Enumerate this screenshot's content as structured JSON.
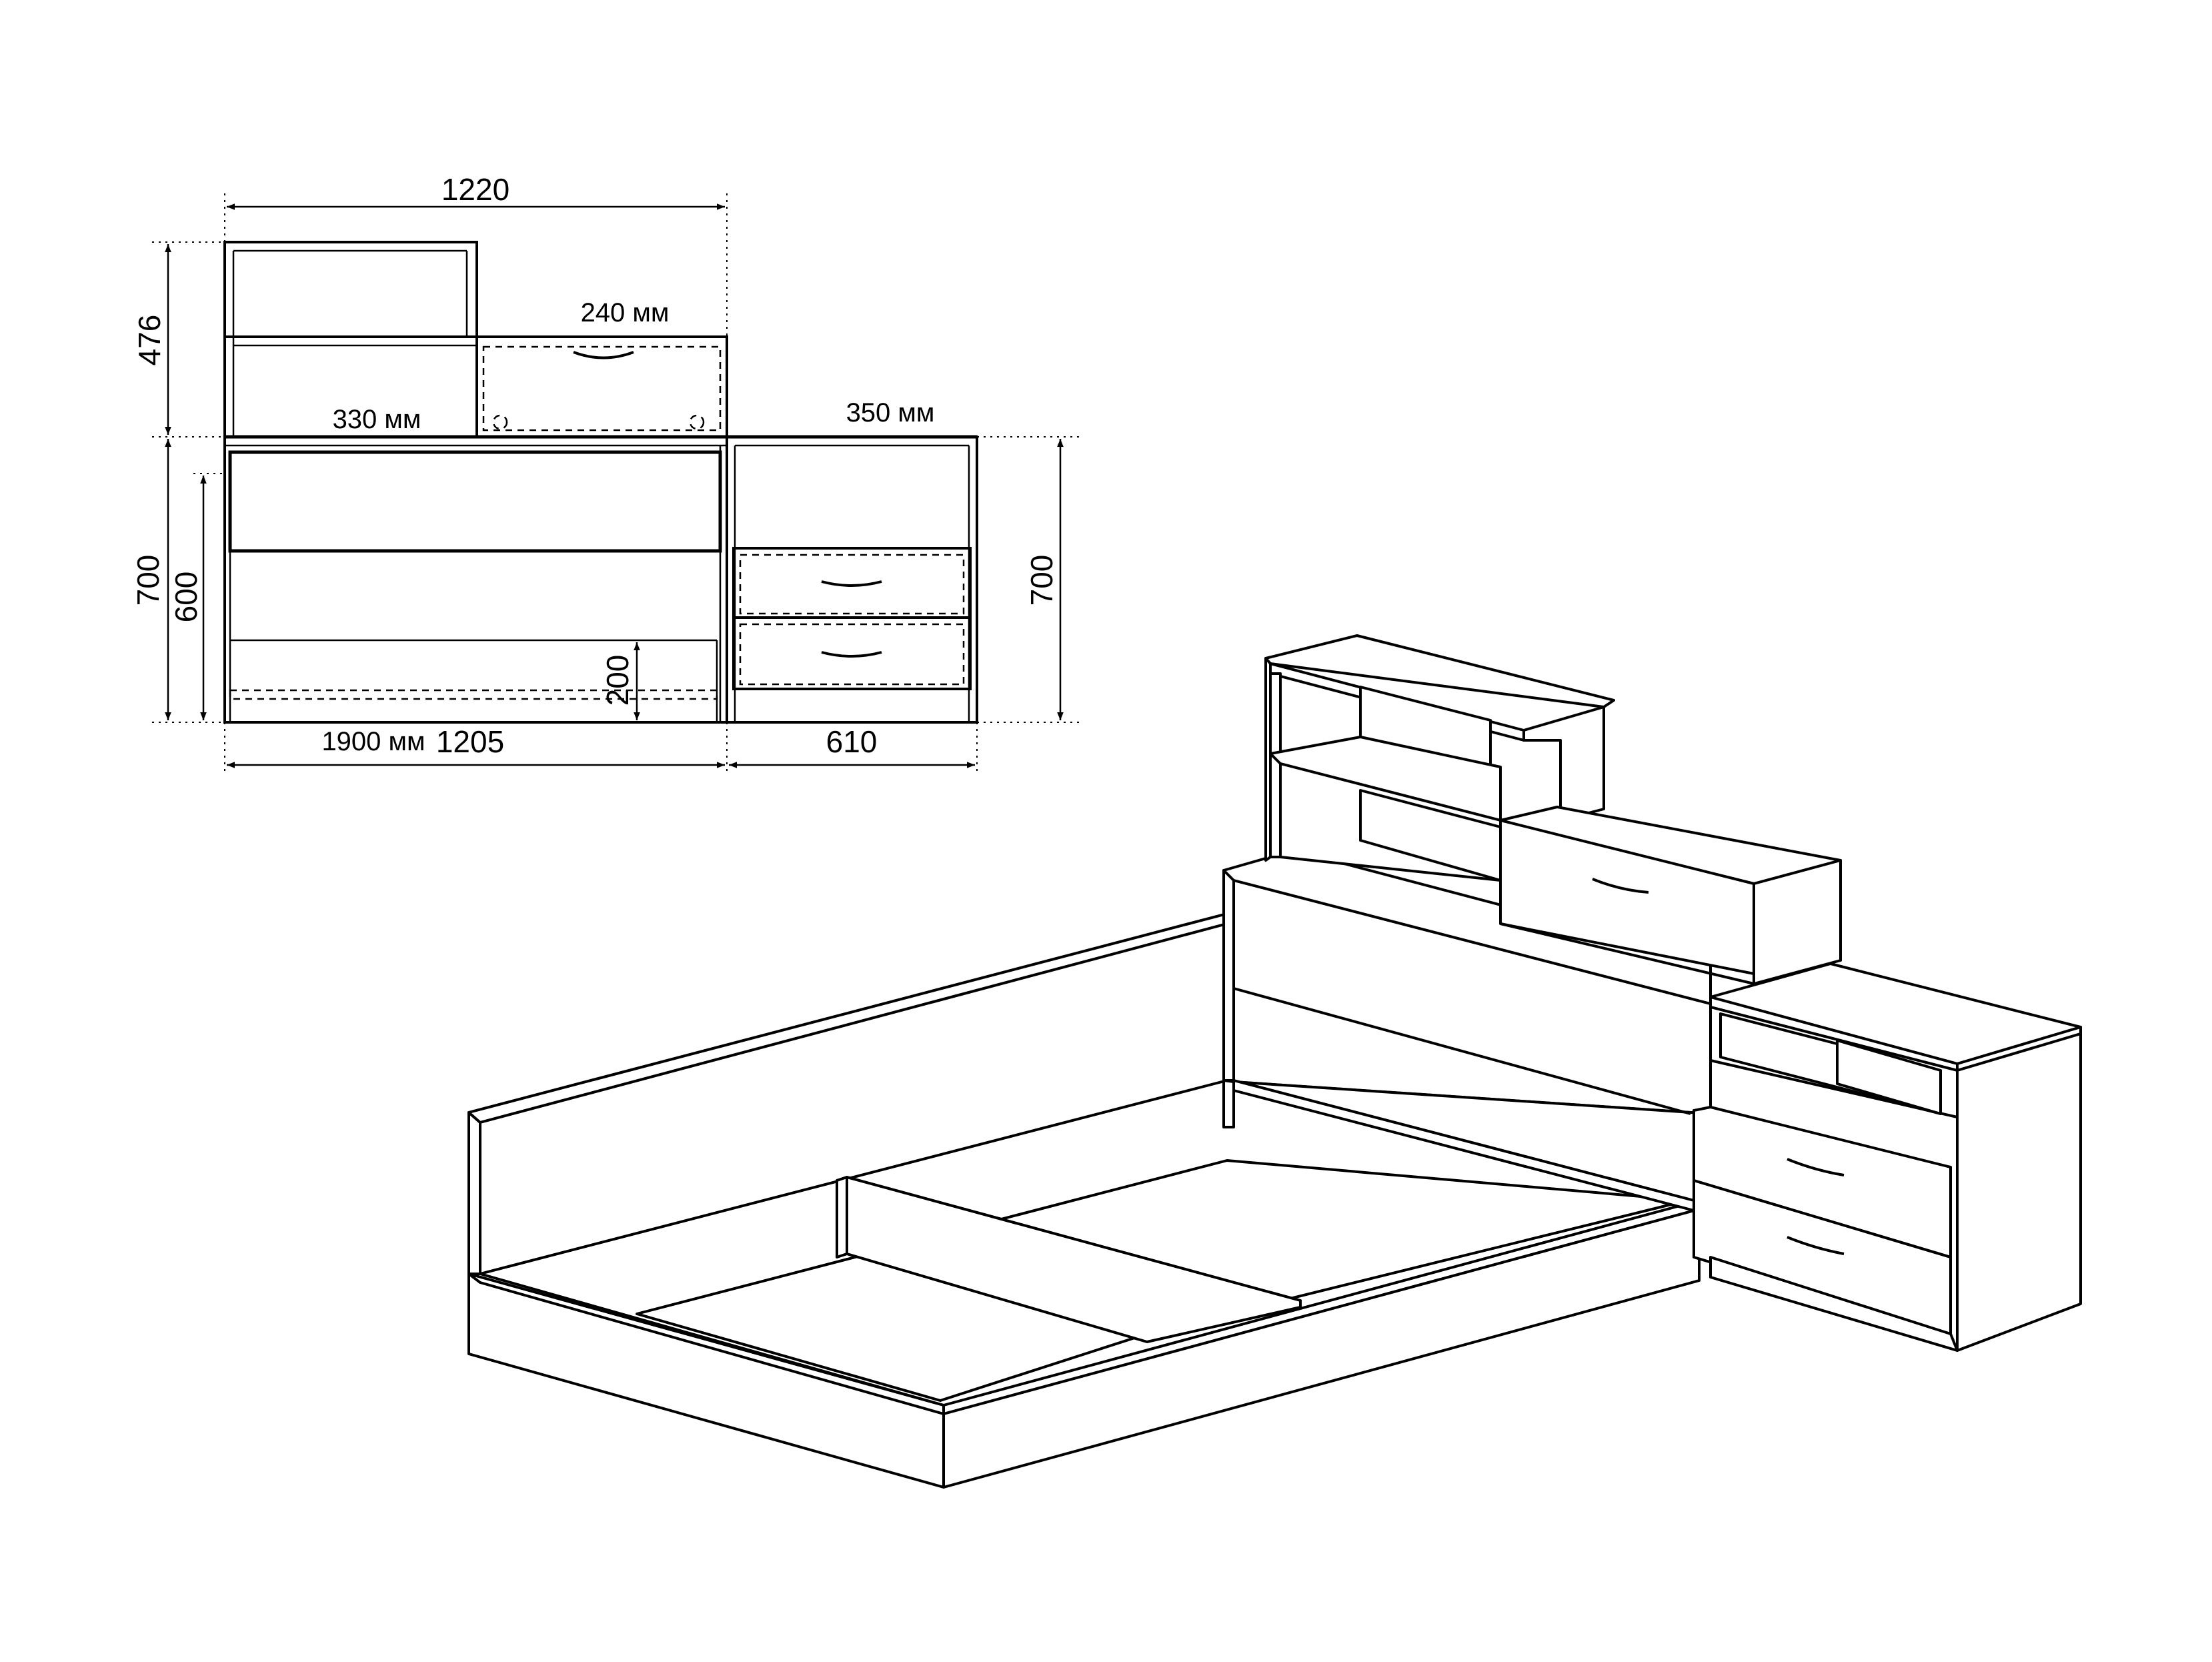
{
  "dimensions": {
    "total_width": "1220",
    "shelf_height": "476",
    "hinged_box_depth": "240 мм",
    "headboard_depth": "330 мм",
    "nightstand_depth": "350 мм",
    "bed_height": "700",
    "headboard_front_height": "600",
    "nightstand_height": "700",
    "base_height": "200",
    "bed_length": "1900 мм",
    "bed_width": "1205",
    "nightstand_width": "610"
  }
}
